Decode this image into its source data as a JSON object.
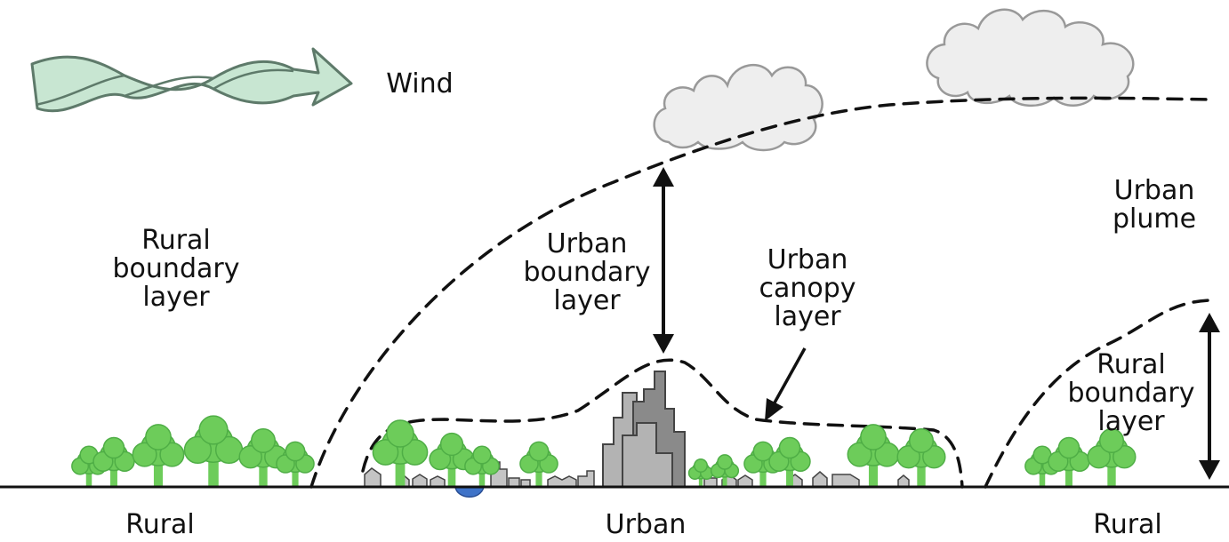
{
  "labels": {
    "wind": "Wind",
    "rural_bl_left": [
      "Rural",
      "boundary",
      "layer"
    ],
    "urban_bl": [
      "Urban",
      "boundary",
      "layer"
    ],
    "urban_canopy": [
      "Urban",
      "canopy",
      "layer"
    ],
    "urban_plume": [
      "Urban",
      "plume"
    ],
    "rural_bl_right": [
      "Rural",
      "boundary",
      "layer"
    ],
    "ground_left": "Rural",
    "ground_center": "Urban",
    "ground_right": "Rural"
  },
  "icons": {
    "wind": "wind-arrow-icon",
    "cloud": "cloud-icon",
    "tree": "tree-icon",
    "building": "building-icon",
    "house": "house-icon",
    "pond": "water-icon"
  },
  "colors": {
    "tree": "#6dcc5a",
    "wind_fill": "#c8e6d2",
    "wind_stroke": "#5e7a6a",
    "cloud_fill": "#eeeeee",
    "cloud_stroke": "#999999",
    "tower_dark": "#8a8a8a",
    "tower_light": "#b3b3b3",
    "house": "#c4c4c4",
    "pond": "#3f73c8",
    "line": "#111111"
  }
}
